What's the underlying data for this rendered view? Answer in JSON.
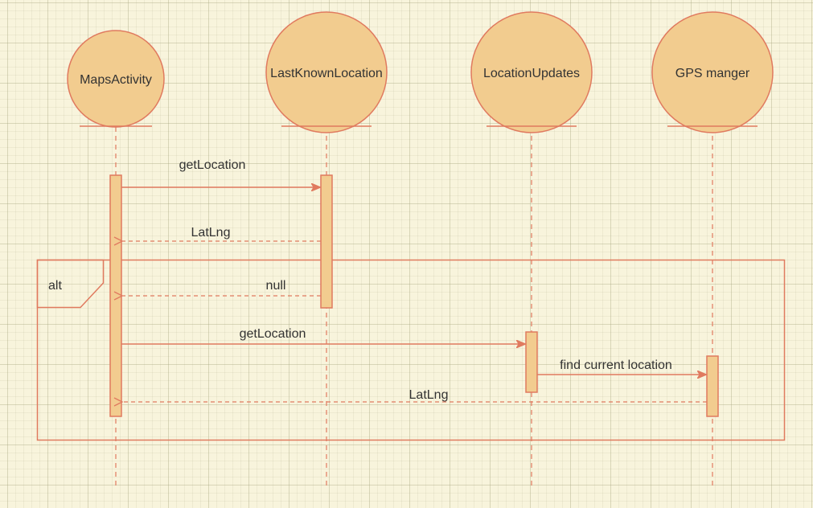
{
  "colors": {
    "stroke": "#e07a5f",
    "fill": "#f2cc8f",
    "text": "#333333"
  },
  "participants": [
    {
      "id": "maps",
      "label": "MapsActivity"
    },
    {
      "id": "lkl",
      "label": "LastKnownLocation"
    },
    {
      "id": "lu",
      "label": "LocationUpdates"
    },
    {
      "id": "gps",
      "label": "GPS manger"
    }
  ],
  "fragment": {
    "label": "alt"
  },
  "messages": [
    {
      "id": "m1",
      "label": "getLocation",
      "from": "maps",
      "to": "lkl",
      "kind": "call"
    },
    {
      "id": "m2",
      "label": "LatLng",
      "from": "lkl",
      "to": "maps",
      "kind": "return"
    },
    {
      "id": "m3",
      "label": "null",
      "from": "lkl",
      "to": "maps",
      "kind": "return"
    },
    {
      "id": "m4",
      "label": "getLocation",
      "from": "maps",
      "to": "lu",
      "kind": "call"
    },
    {
      "id": "m5",
      "label": "find current location",
      "from": "lu",
      "to": "gps",
      "kind": "call"
    },
    {
      "id": "m6",
      "label": "LatLng",
      "from": "gps",
      "to": "maps",
      "kind": "return"
    }
  ]
}
